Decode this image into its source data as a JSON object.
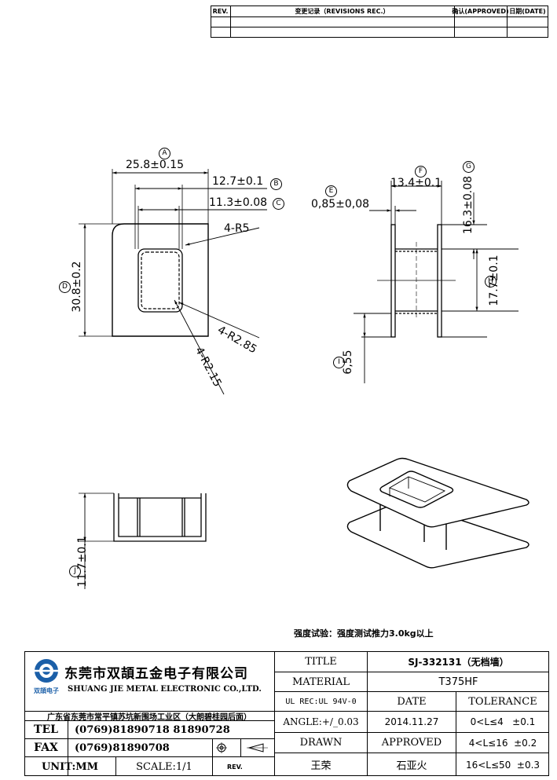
{
  "revision_table": {
    "col_rev": "REV.",
    "col_records": "变更记录（REVISIONS REC.）",
    "col_approved": "确认(APPROVED)",
    "col_date": "日期(DATE)"
  },
  "drawing": {
    "labels": {
      "A": "A",
      "B": "B",
      "C": "C",
      "D": "D",
      "E": "E",
      "F": "F",
      "G": "G",
      "H": "H",
      "I": "I",
      "J": "J"
    },
    "dims": {
      "A": "25.8±0.15",
      "B": "12.7±0.1",
      "C": "11.3±0.08",
      "D": "30.8±0.2",
      "E": "0,85±0,08",
      "F": "13.4±0.1",
      "G": "16.3±0.08",
      "H": "17.7±0.1",
      "I": "6,55",
      "J": "11.7±0.1"
    },
    "radius_notes": {
      "r5": "4-R5",
      "r285": "4-R2.85",
      "r215": "4-R2.15"
    },
    "strength_note": "强度试验：强度测试推力3.0kg以上"
  },
  "title_block": {
    "company_cn": "东莞市双頡五金电子有限公司",
    "company_en": "SHUANG JIE METAL ELECTRONIC CO.,LTD.",
    "logo_text": "双頡电子",
    "address": "广东省东莞市常平镇苏坑新围场工业区（大朗碧桂园后面）",
    "tel_label": "TEL",
    "tel_value": "(0769)81890718  81890728",
    "fax_label": "FAX",
    "fax_value": "(0769)81890708",
    "unit": "UNIT:MM",
    "scale": "SCALE:1/1",
    "rev_label": "REV.",
    "title_label": "TITLE",
    "title_value": "SJ-332131（无档墙）",
    "material_label": "MATERIAL",
    "material_value": "T375HF",
    "ul_rec": "UL REC:UL 94V-0",
    "date_label": "DATE",
    "tolerance_label": "TOLERANCE",
    "angle": "ANGLE:+/_0.03",
    "date_value": "2014.11.27",
    "tol_1": "0<L≤4   ±0.1",
    "drawn_label": "DRAWN",
    "approved_label": "APPROVED",
    "tol_2": "4<L≤16  ±0.2",
    "drawn_value": "王荣",
    "approved_value": "石亚火",
    "tol_3": "16<L≤50  ±0.3"
  }
}
